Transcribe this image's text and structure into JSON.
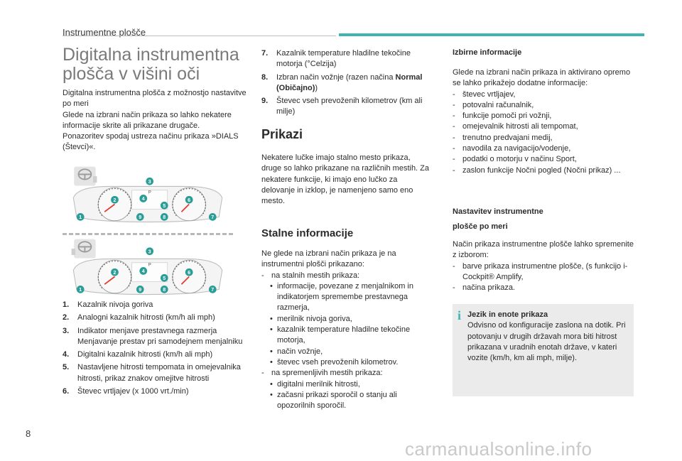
{
  "header": {
    "section": "Instrumentne plošče"
  },
  "page_number": "8",
  "watermark": "carmanualsonline.info",
  "col1": {
    "title_line1": "Digitalna instrumentna",
    "title_line2": "plošča v višini oči",
    "intro": [
      "Digitalna instrumentna plošča z možnostjo nastavitve po meri",
      "Glede na izbrani način prikaza so lahko nekatere informacije skrite ali prikazane drugače.",
      "Ponazoritev spodaj ustreza načinu prikaza »DIALS (Števci)«."
    ],
    "legend": [
      {
        "num": "1.",
        "text": "Kazalnik nivoja goriva"
      },
      {
        "num": "2.",
        "text": "Analogni kazalnik hitrosti (km/h ali mph)"
      },
      {
        "num": "3.",
        "text": "Indikator menjave prestavnega razmerja Menjavanje prestav pri samodejnem menjalniku"
      },
      {
        "num": "4.",
        "text": "Digitalni kazalnik hitrosti (km/h ali mph)"
      },
      {
        "num": "5.",
        "text": "Nastavljene hitrosti tempomata in omejevalnika hitrosti, prikaz znakov omejitve hitrosti"
      },
      {
        "num": "6.",
        "text": "Števec vrtljajev (x 1000 vrt./min)"
      }
    ],
    "diagram_badges": [
      "1",
      "2",
      "3",
      "4",
      "5",
      "6",
      "7",
      "8",
      "9"
    ],
    "gear_label": "P"
  },
  "col2": {
    "legend_cont": [
      {
        "num": "7.",
        "text": "Kazalnik temperature hladilne tekočine motorja (°Celzija)"
      },
      {
        "num": "8.",
        "text_pre": "Izbran način vožnje (razen načina ",
        "text_bold": "Normal (Običajno)",
        "text_post": ")"
      },
      {
        "num": "9.",
        "text": "Števec vseh prevoženih kilometrov (km ali milje)"
      }
    ],
    "prikazi_title": "Prikazi",
    "prikazi_text": "Nekatere lučke imajo stalno mesto prikaza, druge so lahko prikazane na različnih mestih. Za nekatere funkcije, ki imajo eno lučko za delovanje in izklop, je namenjeno samo eno mesto.",
    "stalne_title": "Stalne informacije",
    "stalne_intro": "Ne glede na izbrani način prikaza je na instrumentni plošči prikazano:",
    "stalne_a": "na stalnih mestih prikaza:",
    "stalne_a_items": [
      "informacije, povezane z menjalnikom in indikatorjem spremembe prestavnega razmerja,",
      "merilnik nivoja goriva,",
      "kazalnik temperature hladilne tekočine motorja,",
      "način vožnje,",
      "števec vseh prevoženih kilometrov."
    ],
    "stalne_b": "na spremenljivih mestih prikaza:",
    "stalne_b_items": [
      "digitalni merilnik hitrosti,",
      "začasni prikazi sporočil o stanju ali opozorilnih sporočil."
    ]
  },
  "col3": {
    "izbirne_title": "Izbirne informacije",
    "izbirne_intro": "Glede na izbrani način prikaza in aktivirano opremo se lahko prikažejo dodatne informacije:",
    "izbirne_items": [
      "števec vrtljajev,",
      "potovalni računalnik,",
      "funkcije pomoči pri vožnji,",
      "omejevalnik hitrosti ali tempomat,",
      "trenutno predvajani medij,",
      "navodila za navigacijo/vodenje,",
      "podatki o motorju v načinu Sport,",
      "zaslon funkcije Nočni pogled (Nočni prikaz) ..."
    ],
    "nastavitev_title_line1": "Nastavitev instrumentne",
    "nastavitev_title_line2": "plošče po meri",
    "nastavitev_intro": "Način prikaza instrumentne plošče lahko spremenite z izborom:",
    "nastavitev_items": [
      "barve prikaza instrumentne plošče, (s funkcijo i-Cockpit® Amplify,",
      "načina prikaza."
    ],
    "info_title": "Jezik in enote prikaza",
    "info_text": "Odvisno od konfiguracije zaslona na dotik. Pri potovanju v drugih državah mora biti hitrost prikazana v uradnih enotah države, v kateri vozite (km/h, km ali mph, milje)."
  },
  "colors": {
    "accent": "#3fb4b0",
    "badge": "#2a9d96",
    "heading": "#7a7a7a"
  },
  "icons": {
    "steering": "steering-wheel-icon",
    "info": "info-icon"
  }
}
